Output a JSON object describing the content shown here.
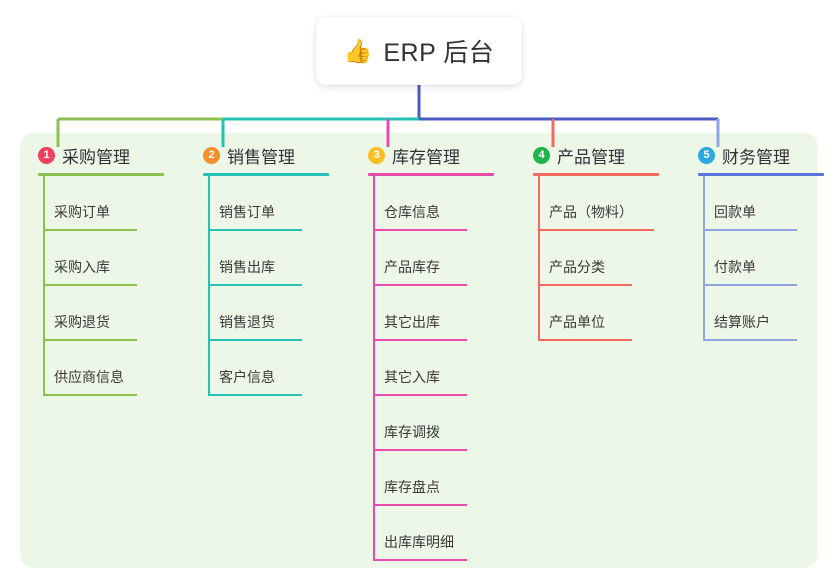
{
  "title": {
    "icon": "thumbs-up-icon",
    "icon_glyph": "👍",
    "text": "ERP 后台"
  },
  "palette": {
    "panel_bg": "#edf7e8",
    "page_bg": "#ffffff",
    "trunk": "#4a5bc4",
    "text": "#3a3a3a"
  },
  "columns": [
    {
      "index": "1",
      "label": "采购管理",
      "badge_color": "#ef3f5f",
      "rule_color": "#8cc152",
      "line_color": "#8cc152",
      "items": [
        {
          "label": "采购订单"
        },
        {
          "label": "采购入库"
        },
        {
          "label": "采购退货"
        },
        {
          "label": "供应商信息"
        }
      ]
    },
    {
      "index": "2",
      "label": "销售管理",
      "badge_color": "#f5902b",
      "rule_color": "#23c2b5",
      "line_color": "#23c2b5",
      "items": [
        {
          "label": "销售订单"
        },
        {
          "label": "销售出库"
        },
        {
          "label": "销售退货"
        },
        {
          "label": "客户信息"
        }
      ]
    },
    {
      "index": "3",
      "label": "库存管理",
      "badge_color": "#fbbf24",
      "rule_color": "#e64cab",
      "line_color": "#e64cab",
      "items": [
        {
          "label": "仓库信息"
        },
        {
          "label": "产品库存"
        },
        {
          "label": "其它出库"
        },
        {
          "label": "其它入库"
        },
        {
          "label": "库存调拨"
        },
        {
          "label": "库存盘点"
        },
        {
          "label": "出库库明细"
        }
      ]
    },
    {
      "index": "4",
      "label": "产品管理",
      "badge_color": "#22b24c",
      "rule_color": "#f4685f",
      "line_color": "#f4685f",
      "items": [
        {
          "label": "产品（物料）",
          "wide": true
        },
        {
          "label": "产品分类"
        },
        {
          "label": "产品单位"
        }
      ]
    },
    {
      "index": "5",
      "label": "财务管理",
      "badge_color": "#2aa8e0",
      "rule_color": "#5b73d8",
      "line_color": "#8fa4e0",
      "items": [
        {
          "label": "回款单"
        },
        {
          "label": "付款单"
        },
        {
          "label": "结算账户"
        }
      ]
    }
  ]
}
